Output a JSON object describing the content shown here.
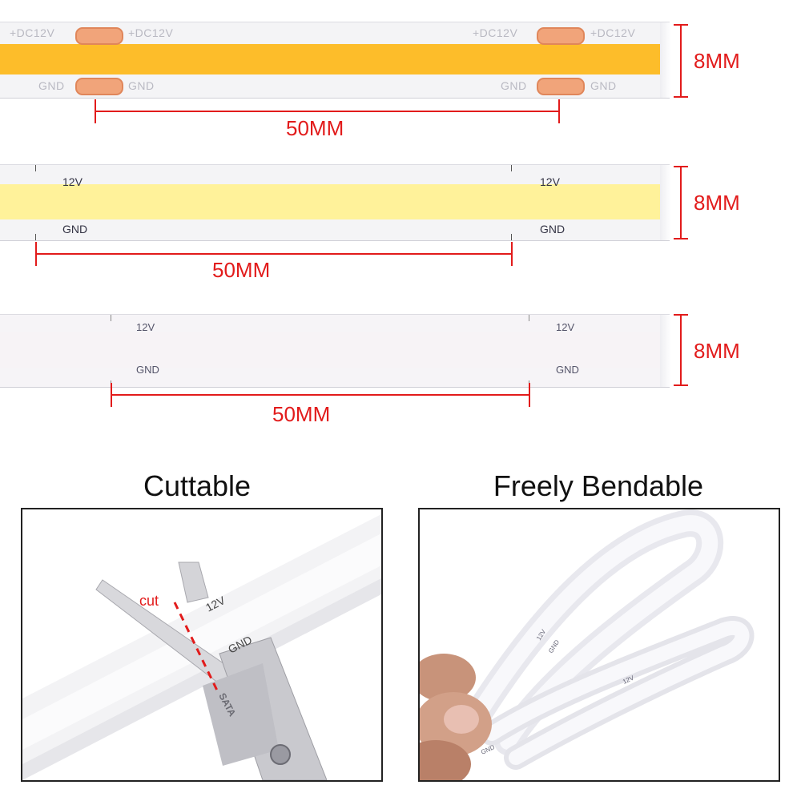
{
  "strips": [
    {
      "id": "warm",
      "dimension_width": "8MM",
      "dimension_length": "50MM",
      "pad_labels": {
        "top": "+DC12V",
        "bottom": "GND"
      },
      "colors": {
        "glow": "#fdbd2a"
      }
    },
    {
      "id": "cool",
      "dimension_width": "8MM",
      "dimension_length": "50MM",
      "labels": {
        "top": "12V",
        "bottom": "GND"
      },
      "colors": {
        "glow": "#fff29a"
      }
    },
    {
      "id": "white",
      "dimension_width": "8MM",
      "dimension_length": "50MM",
      "labels": {
        "top": "12V",
        "bottom": "GND"
      },
      "colors": {
        "glow": "#f7f3f6"
      }
    }
  ],
  "panels": {
    "cuttable": {
      "title": "Cuttable",
      "cut_label": "cut",
      "strip_labels": {
        "top": "12V",
        "bottom": "GND"
      },
      "brand": "SATA"
    },
    "bendable": {
      "title": "Freely Bendable",
      "strip_labels": {
        "top": "12V",
        "bottom": "GND"
      }
    }
  },
  "colors": {
    "dimension": "#e21b1b",
    "pad": "#f1a47a"
  }
}
